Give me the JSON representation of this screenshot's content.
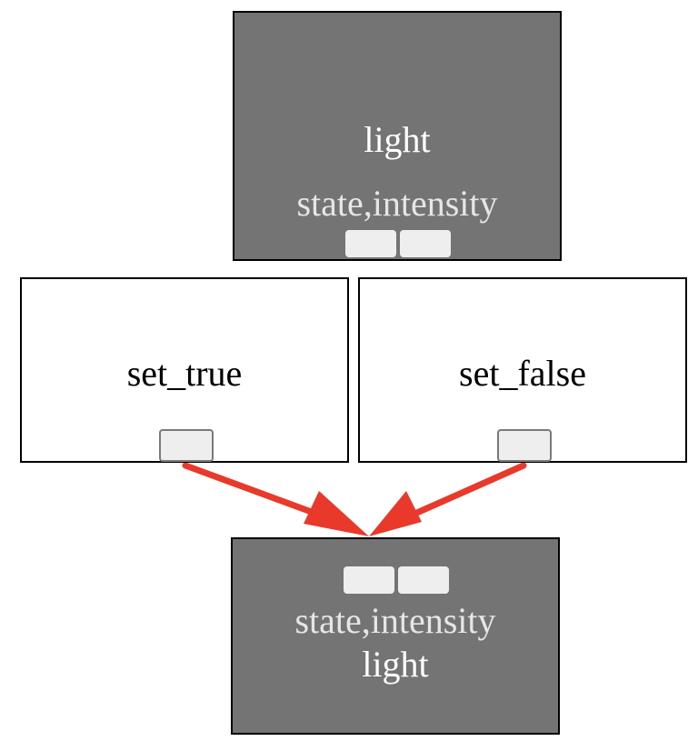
{
  "nodes": {
    "light_top": {
      "title": "light",
      "fields": "state,intensity",
      "ports": [
        "state",
        "intensity"
      ]
    },
    "set_true": {
      "title": "set_true"
    },
    "set_false": {
      "title": "set_false"
    },
    "light_bottom": {
      "title": "light",
      "fields": "state,intensity",
      "ports": [
        "state",
        "intensity"
      ]
    }
  },
  "edges": [
    {
      "from": "set_true",
      "to": "light_bottom"
    },
    {
      "from": "set_false",
      "to": "light_bottom"
    }
  ],
  "colors": {
    "node_fill_dark": "#747474",
    "node_fill_light": "#ffffff",
    "edge": "#e8392a",
    "port": "#eeeeee"
  }
}
